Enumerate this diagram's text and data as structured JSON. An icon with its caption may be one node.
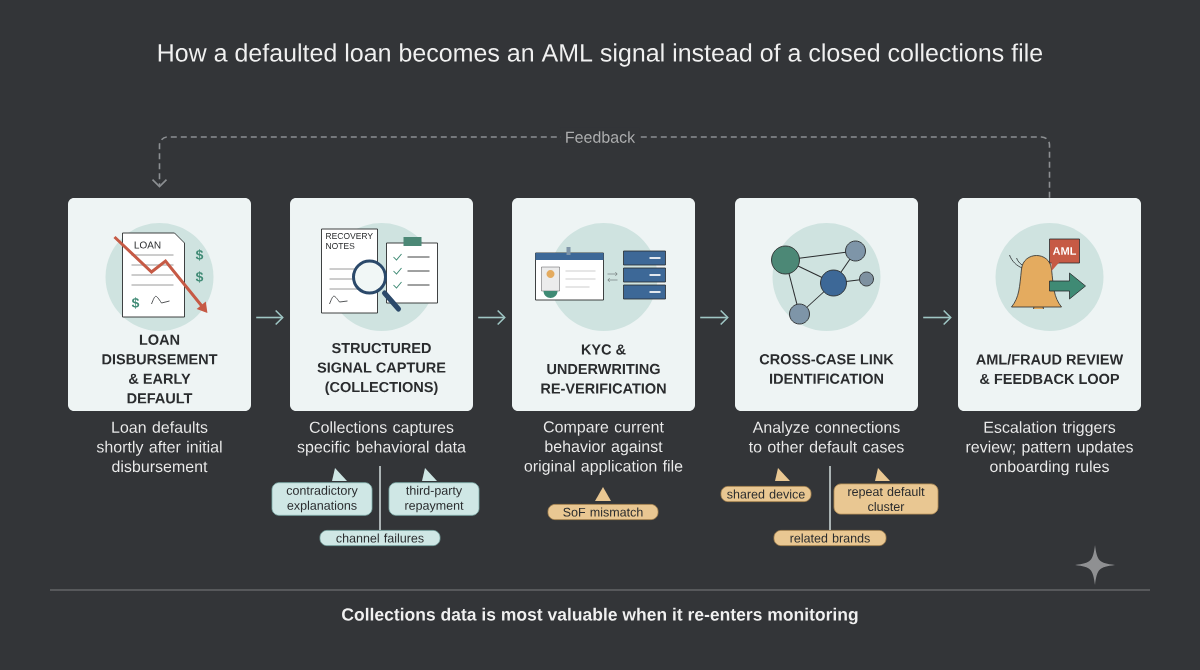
{
  "diagram": {
    "title": "How a defaulted loan becomes an AML signal instead of a closed collections file",
    "caption": "Collections data is most valuable when it re-enters monitoring",
    "nodes": [
      {
        "text": [
          "LOAN DISBURSEMENT & EARLY DEFAULT"
        ],
        "beside": [
          "Loan defaults shortly after initial disbursement"
        ]
      },
      {
        "text": [
          "STRUCTURED SIGNAL CAPTURE (COLLECTIONS)"
        ],
        "beside": [
          "Collections captures specific behavioral data"
        ]
      },
      {
        "text": [
          "KYC & UNDERWRITING RE-VERIFICATION"
        ],
        "beside": [
          "Compare current behavior against original application file"
        ]
      },
      {
        "text": [
          "CROSS-CASE LINK IDENTIFICATION"
        ],
        "beside": [
          "Analyze connections to other default cases"
        ]
      },
      {
        "text": [
          "AML/FRAUD REVIEW & FEEDBACK LOOP"
        ],
        "beside": [
          "Escalation triggers review; pattern updates onboarding rules"
        ]
      },
      {
        "text": [
          "contradictory explanations"
        ]
      },
      {
        "text": [
          "third-party repayment"
        ]
      },
      {
        "text": [
          "channel failures"
        ]
      },
      {
        "text": [
          "SoF mismatch"
        ]
      },
      {
        "text": [
          "shared device"
        ]
      },
      {
        "text": [
          "repeat default cluster"
        ]
      },
      {
        "text": [
          "related brands"
        ]
      }
    ],
    "edges": [
      {
        "from": 0,
        "to": 1,
        "arrow": "to"
      },
      {
        "from": 1,
        "to": 2,
        "arrow": "to"
      },
      {
        "from": 2,
        "to": 3,
        "arrow": "to"
      },
      {
        "from": 3,
        "to": 4,
        "arrow": "to"
      },
      {
        "from": 4,
        "to": 0,
        "arrow": "to",
        "label": "Feedback",
        "style": "dashed",
        "color": "#8c8f92"
      },
      {
        "from": 1,
        "to": 7,
        "arrow": "none",
        "color": "#c9d3d3"
      },
      {
        "from": 3,
        "to": 11,
        "arrow": "none",
        "color": "#c9d3d3"
      }
    ],
    "labels": [
      "LOAN",
      "$",
      "$",
      "$",
      "RECOVERY NOTES",
      "AML"
    ]
  }
}
